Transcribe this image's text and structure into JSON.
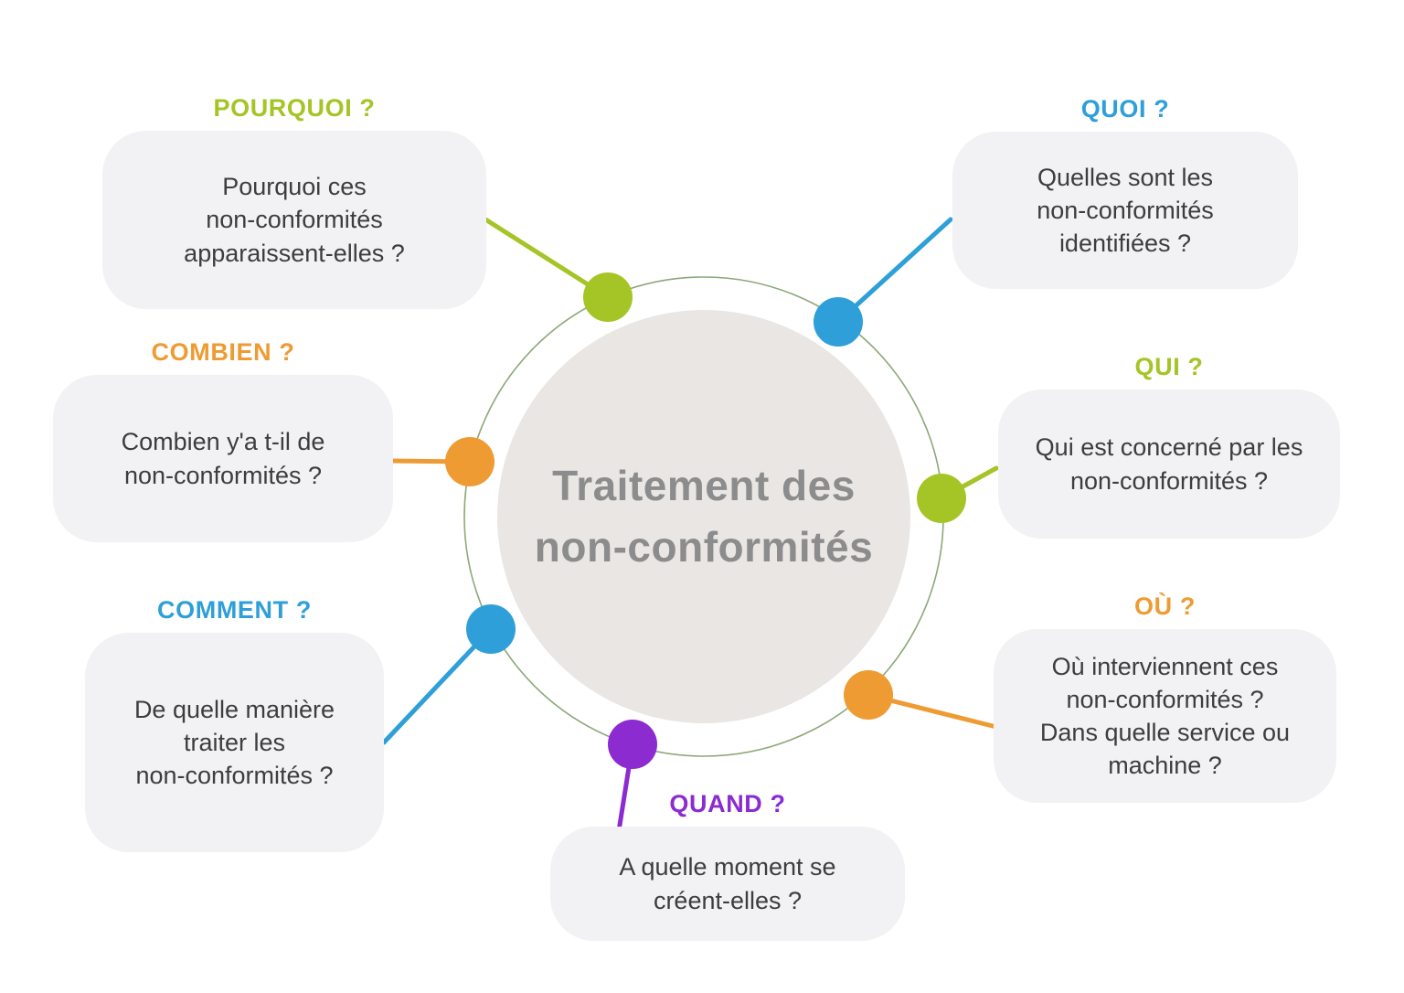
{
  "palette": {
    "green": "#a5c426",
    "blue": "#2e9fd8",
    "orange": "#ef9b33",
    "purple": "#8c2bd0",
    "ring_stroke": "#8ca878",
    "bubble_background": "#f2f1f3",
    "center_background": "#e9e6e4",
    "center_title_color": "#8c8c8c",
    "body_text_color": "#3d3d3d"
  },
  "center": {
    "title": "Traitement des\nnon-conformités"
  },
  "items": [
    {
      "id": "pourquoi",
      "label": "POURQUOI ?",
      "color": "#a5c426",
      "text": "Pourquoi ces\nnon-conformités\napparaissent-elles ?"
    },
    {
      "id": "quoi",
      "label": "QUOI ?",
      "color": "#2e9fd8",
      "text": "Quelles sont les\nnon-conformités\nidentifiées ?"
    },
    {
      "id": "combien",
      "label": "COMBIEN ?",
      "color": "#ef9b33",
      "text": "Combien y'a t-il de\nnon-conformités ?"
    },
    {
      "id": "qui",
      "label": "QUI ?",
      "color": "#a5c426",
      "text": "Qui est concerné par les\nnon-conformités ?"
    },
    {
      "id": "comment",
      "label": "COMMENT ?",
      "color": "#2e9fd8",
      "text": "De quelle manière\ntraiter les\nnon-conformités ?"
    },
    {
      "id": "ou",
      "label": "OÙ ?",
      "color": "#ef9b33",
      "text": "Où interviennent ces\nnon-conformités ?\nDans quelle service ou\nmachine ?"
    },
    {
      "id": "quand",
      "label": "QUAND ?",
      "color": "#8c2bd0",
      "text": "A quelle moment se\ncréent-elles ?"
    }
  ]
}
